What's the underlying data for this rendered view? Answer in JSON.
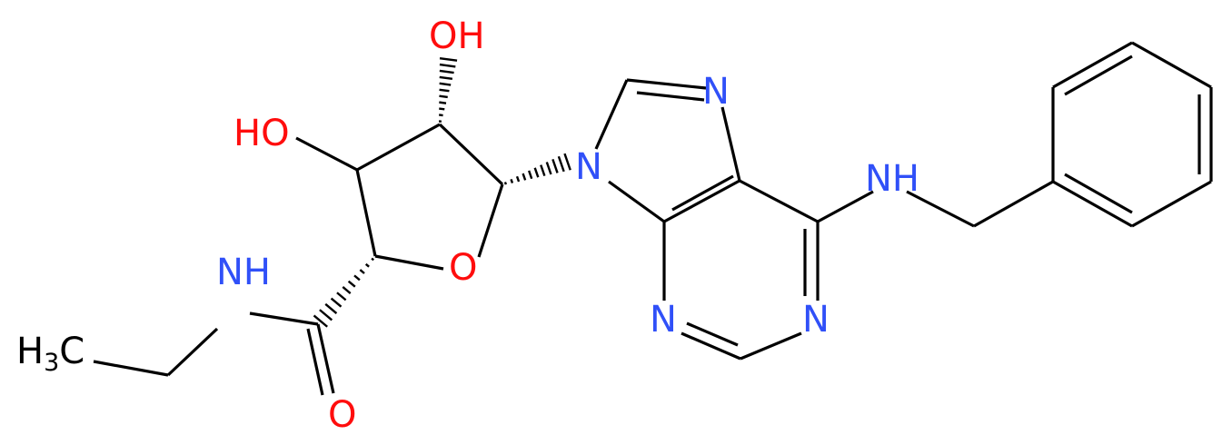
{
  "atoms": [
    {
      "id": "oh_top",
      "text": "OH",
      "element": "O"
    },
    {
      "id": "oh_left",
      "text": "HO",
      "element": "O"
    },
    {
      "id": "ring_o",
      "text": "O",
      "element": "O"
    },
    {
      "id": "carbonyl_o",
      "text": "O",
      "element": "O"
    },
    {
      "id": "n9",
      "text": "N",
      "element": "N"
    },
    {
      "id": "n7",
      "text": "N",
      "element": "N"
    },
    {
      "id": "nh_benzyl",
      "text": "NH",
      "element": "N"
    },
    {
      "id": "n3",
      "text": "N",
      "element": "N"
    },
    {
      "id": "n1",
      "text": "N",
      "element": "N"
    },
    {
      "id": "nh_amide",
      "text": "NH",
      "element": "N"
    },
    {
      "id": "methyl",
      "text": "H",
      "subscript": "3",
      "suffix": "C",
      "element": "C"
    }
  ],
  "colors": {
    "oxygen": "#ff0d0d",
    "nitrogen": "#3050f8",
    "carbon": "#000000",
    "background": "#ffffff"
  }
}
